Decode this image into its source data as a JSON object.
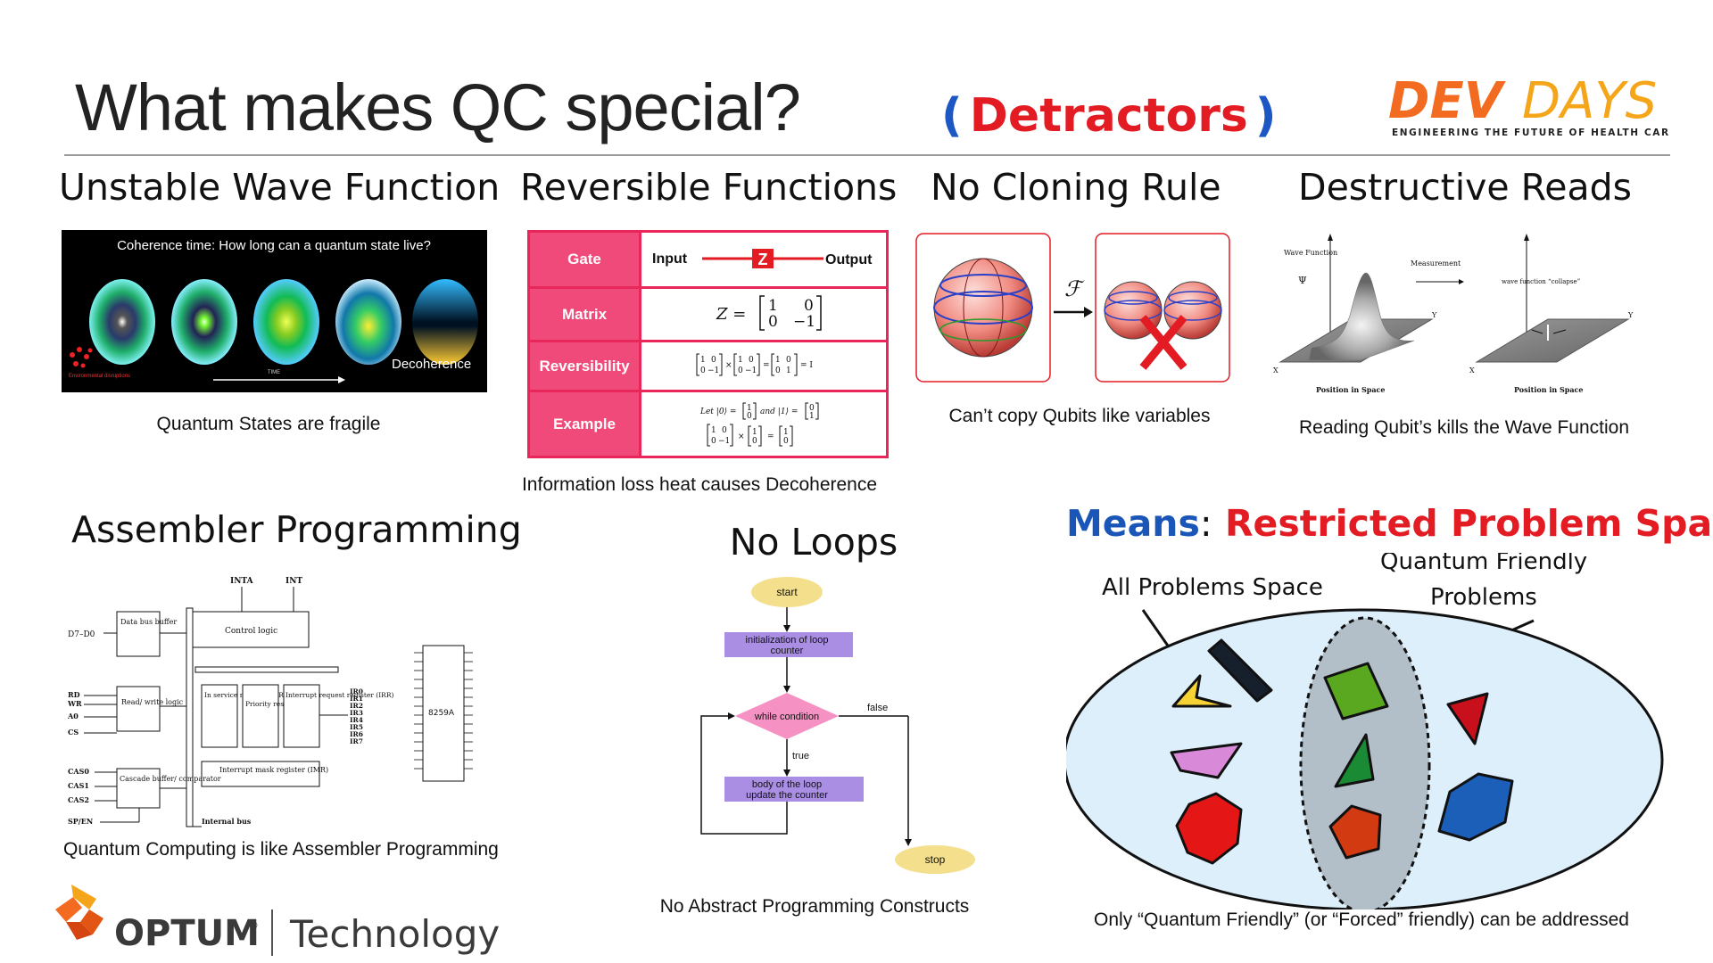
{
  "slide": {
    "title": "What makes QC special?",
    "detractors_open": "(",
    "detractors_word": "Detractors",
    "detractors_close": ")"
  },
  "brand": {
    "devdays_dev": "DEV",
    "devdays_days": "DAYS",
    "devdays_tagline": "ENGINEERING THE FUTURE OF HEALTH CARE",
    "optum": "OPTUM",
    "optum_reg": "®",
    "technology": "Technology",
    "accent_orange": "#f26b21"
  },
  "sections": {
    "wave": {
      "heading": "Unstable Wave Function",
      "image_title": "Coherence time: How long can a quantum state live?",
      "env_label": "Environmental disruptions",
      "time_label": "TIME",
      "decoherence_label": "Decoherence",
      "caption": "Quantum States are fragile"
    },
    "reversible": {
      "heading": "Reversible Functions",
      "rows": [
        {
          "label": "Gate"
        },
        {
          "label": "Matrix"
        },
        {
          "label": "Reversibility"
        },
        {
          "label": "Example"
        }
      ],
      "gate_input": "Input",
      "gate_symbol": "Z",
      "gate_output": "Output",
      "matrix_lhs": "Z =",
      "caption": "Information loss heat causes Decoherence"
    },
    "cloning": {
      "heading": "No Cloning Rule",
      "operator": "ℱ",
      "caption": "Can’t copy Qubits like variables"
    },
    "reads": {
      "heading": "Destructive Reads",
      "wave_label": "Wave Function",
      "psi": "Ψ",
      "measurement": "Measurement",
      "collapse": "wave function “collapse”",
      "pos_label": "Position in Space",
      "pos_label2": "Position in Space",
      "x": "X",
      "y": "Y",
      "caption": "Reading Qubit’s kills the Wave Function"
    },
    "assembler": {
      "heading": "Assembler Programming",
      "caption": "Quantum Computing is like Assembler Programming",
      "chip": "8259A",
      "blocks": {
        "data_bus": "Data bus buffer",
        "control": "Control logic",
        "rw": "Read/ write logic",
        "cascade": "Cascade buffer/ comparator",
        "isr": "In service register (ISR)",
        "priority": "Priority resolver",
        "irr": "Interrupt request register (IRR)",
        "imr": "Interrupt mask register (IMR)",
        "internal_bus": "Internal bus",
        "inta": "INTA",
        "int": "INT",
        "d": "D7–D0",
        "rd": "RD",
        "wr": "WR",
        "a0": "A0",
        "cs": "CS",
        "cas0": "CAS0",
        "cas1": "CAS1",
        "cas2": "CAS2",
        "sp": "SP/EN"
      }
    },
    "loops": {
      "heading": "No Loops",
      "start": "start",
      "init1": "initialization of loop",
      "init2": "counter",
      "cond": "while condition",
      "false_label": "false",
      "true_label": "true",
      "body1": "body of the loop",
      "body2": "update the counter",
      "stop": "stop",
      "caption": "No Abstract Programming Constructs"
    },
    "means": {
      "means_word": "Means",
      "colon": ":",
      "restricted": "Restricted Problem Space",
      "all_problems": "All Problems Space",
      "qf1": "Quantum Friendly",
      "qf2": "Problems",
      "caption": "Only “Quantum Friendly” (or “Forced” friendly) can be addressed",
      "means_color": "#1a56b8",
      "restricted_color": "#e31b23"
    }
  }
}
